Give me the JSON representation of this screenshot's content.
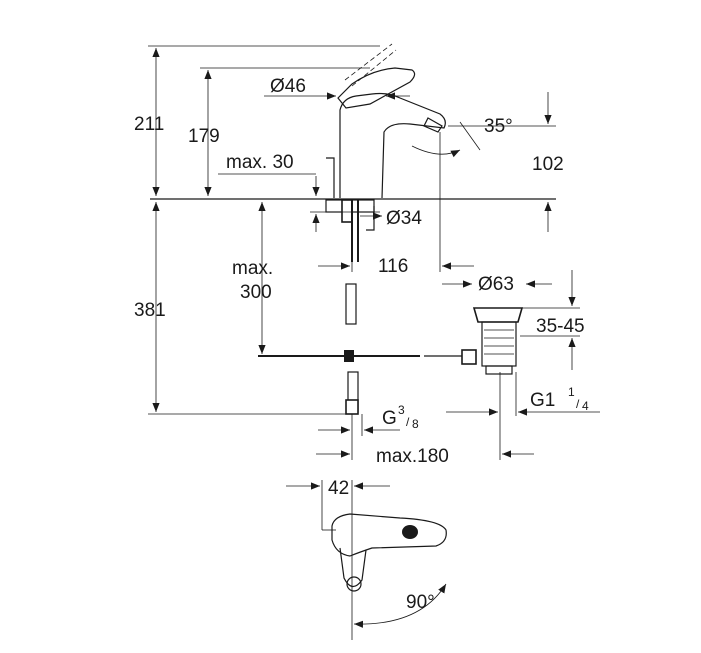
{
  "dimensions": {
    "height_total": "211",
    "height_spout": "179",
    "diameter_handle": "Ø46",
    "angle_spout": "35°",
    "spout_height_102": "102",
    "max_deck": "max. 30",
    "diameter_hole": "Ø34",
    "reach_116": "116",
    "max_300_line1": "max.",
    "max_300_line2": "300",
    "height_381": "381",
    "diameter_waste": "Ø63",
    "range_35_45": "35-45",
    "thread_left_main": "G",
    "thread_left_num": "3",
    "thread_left_den": "8",
    "thread_right_main": "G1",
    "thread_right_num": "1",
    "thread_right_den": "4",
    "max_180": "max.180",
    "width_42": "42",
    "angle_90": "90°"
  }
}
